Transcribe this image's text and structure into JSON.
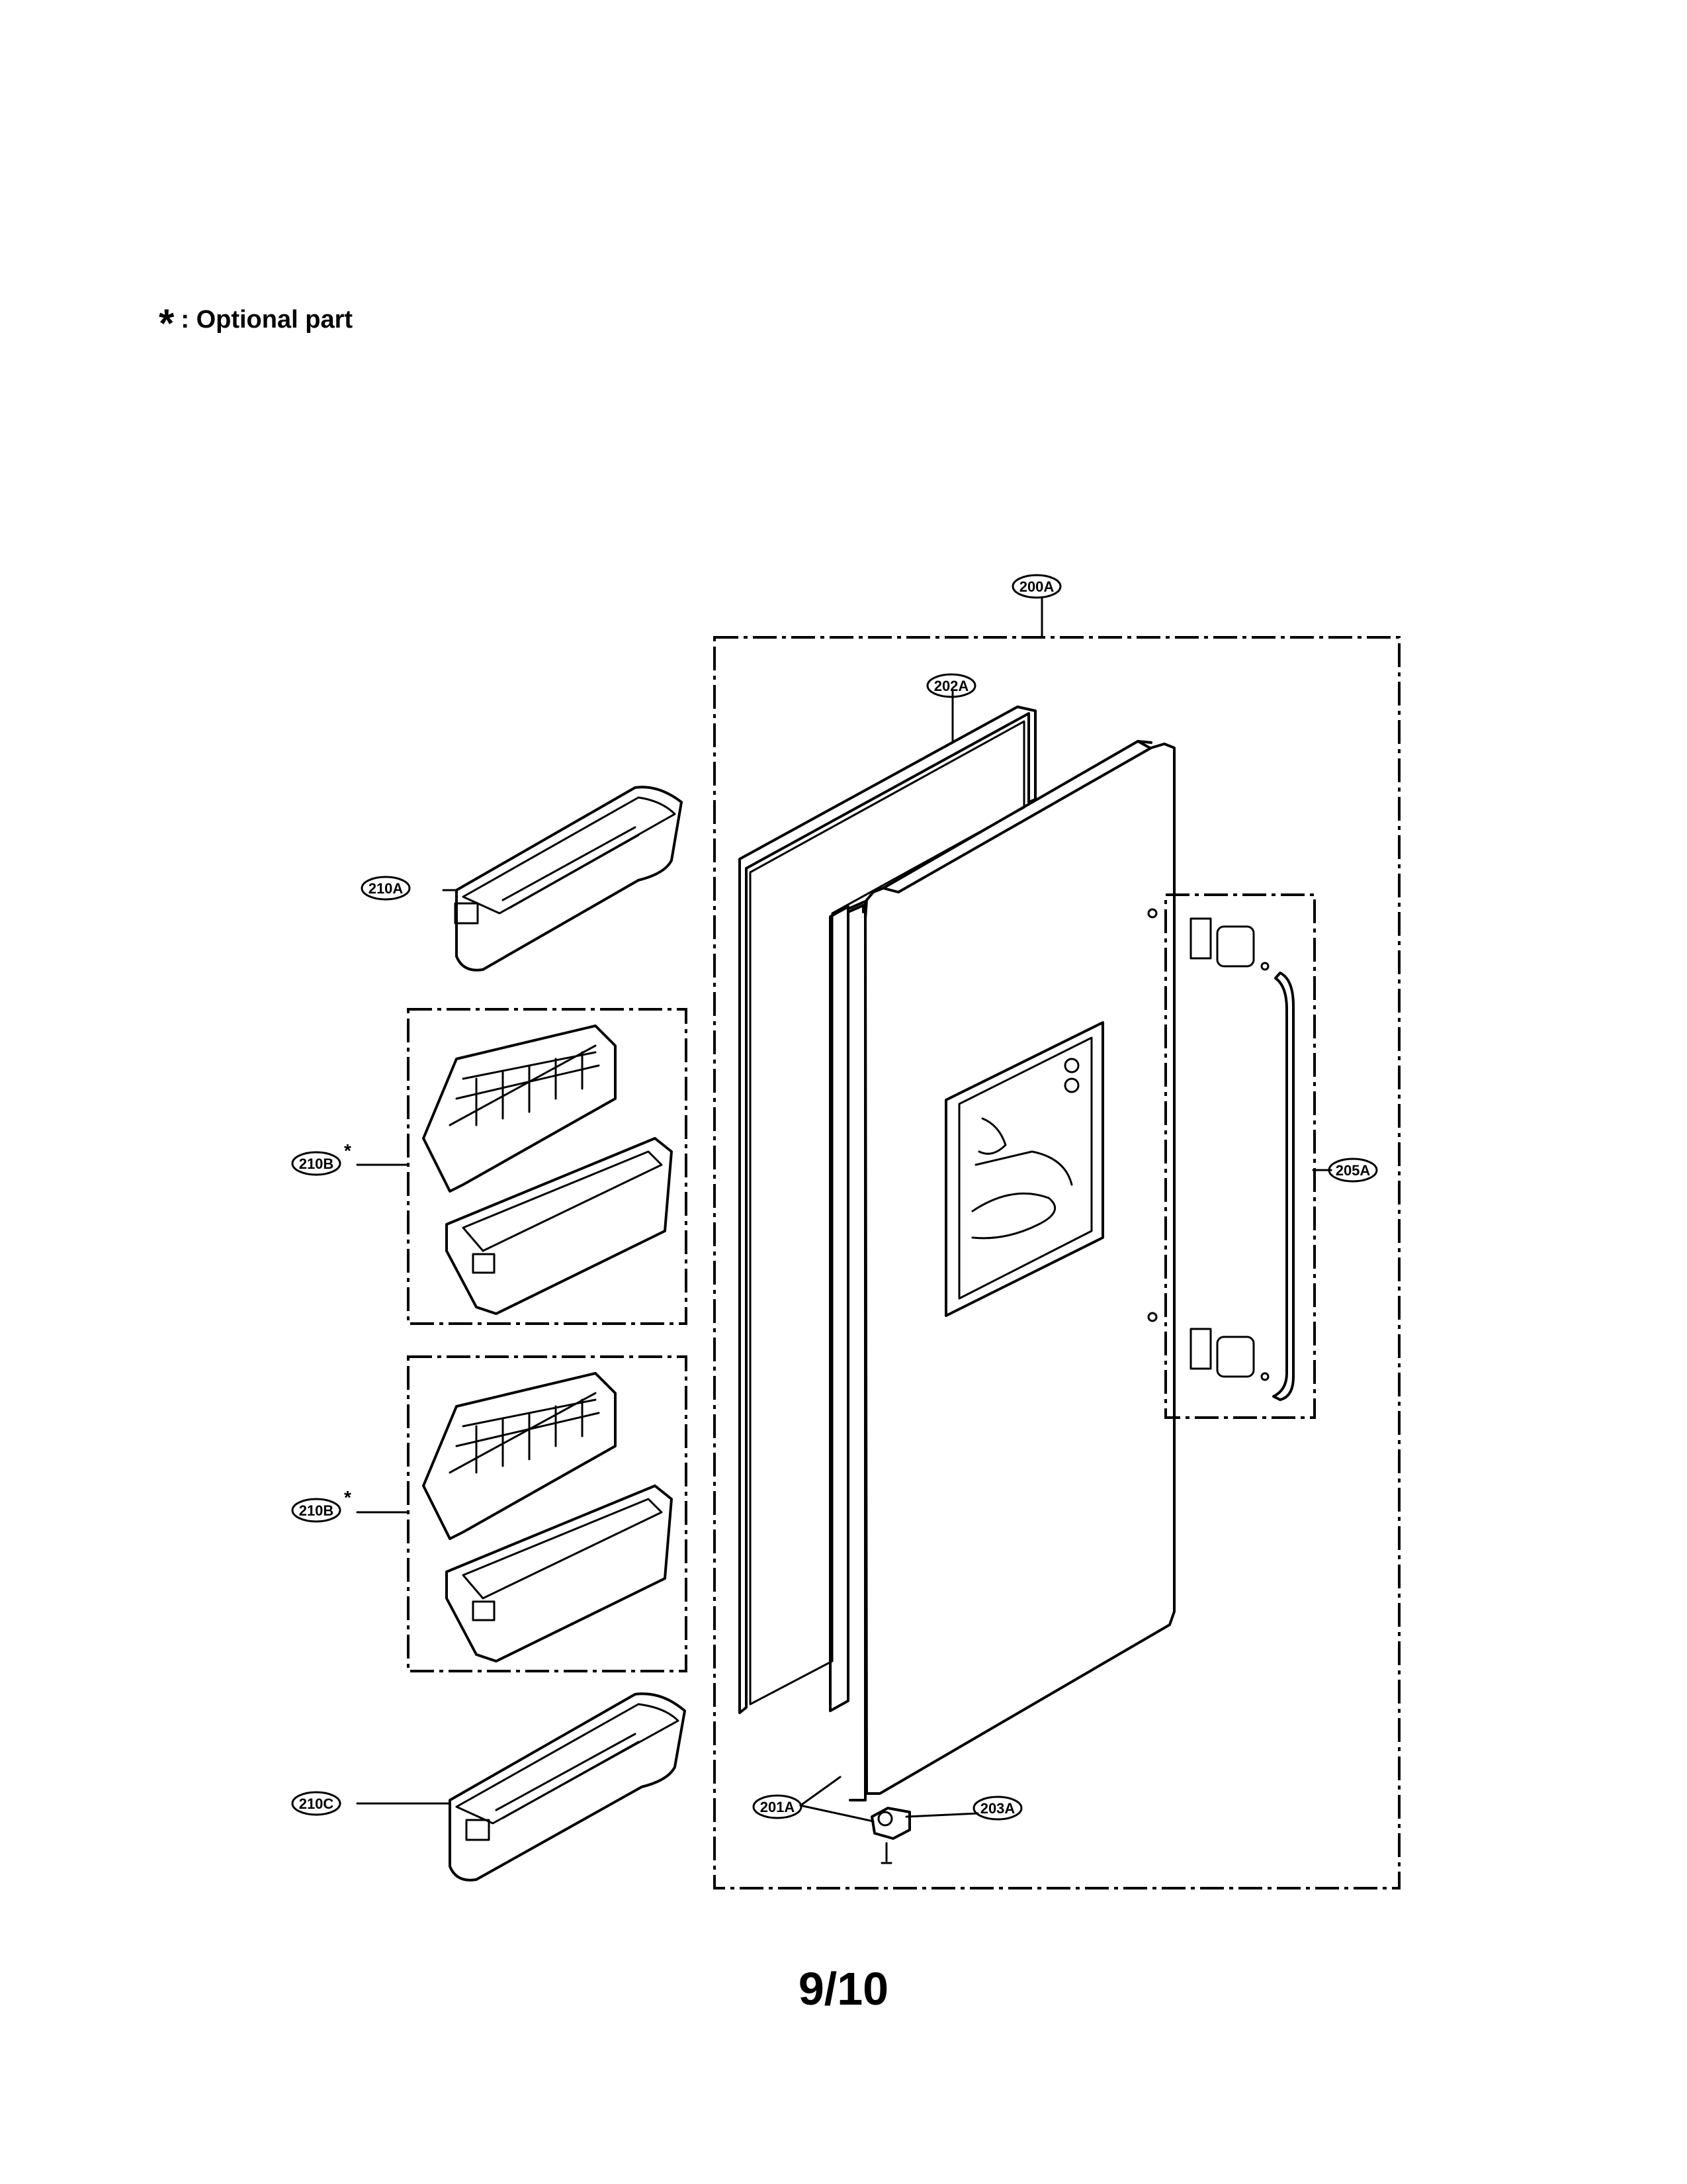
{
  "legend": {
    "symbol": "*",
    "text": ": Optional part"
  },
  "page_number": "9/10",
  "callouts": {
    "c200A": "200A",
    "c202A": "202A",
    "c210A": "210A",
    "c210B_1": "210B",
    "c210B_2": "210B",
    "c205A": "205A",
    "c210C": "210C",
    "c201A": "201A",
    "c203A": "203A"
  },
  "optional_mark": "*"
}
